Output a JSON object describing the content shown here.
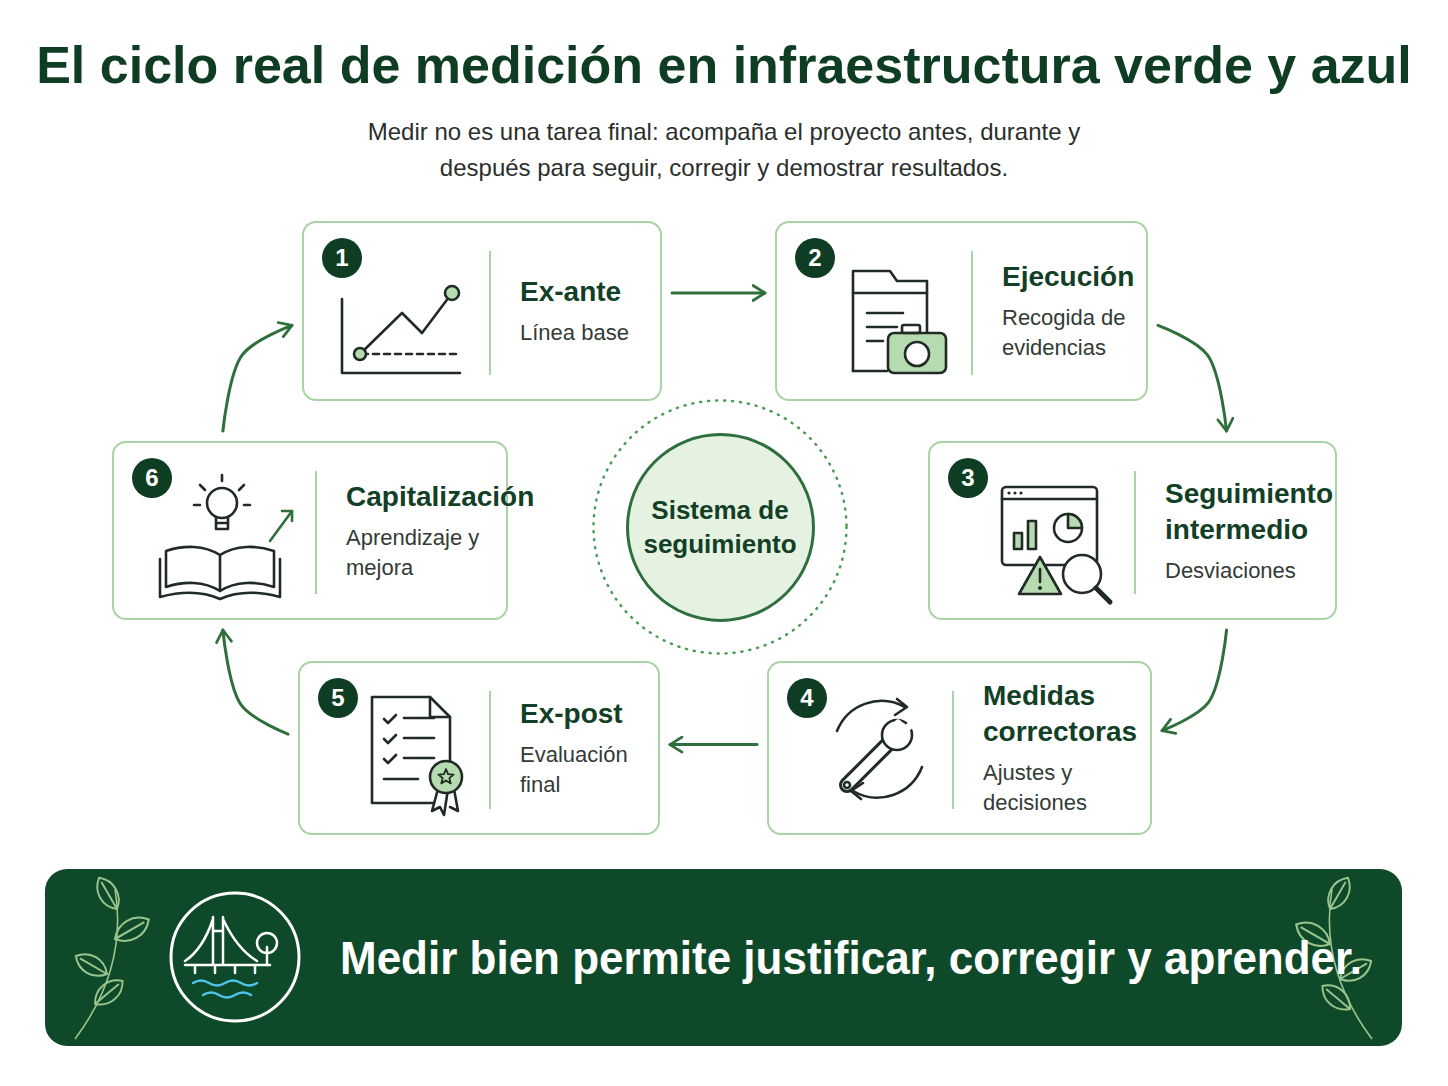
{
  "diagram": {
    "title": "El ciclo real de medición en infraestructura verde y azul",
    "caption": "Medir no es una tarea final: acompaña el proyecto antes, durante y después para seguir, corregir y demostrar resultados.",
    "nodes": [
      {
        "text": [
          "Ex-ante",
          "Línea base"
        ]
      },
      {
        "text": [
          "Ejecución",
          "Recogida de evidencias"
        ]
      },
      {
        "text": [
          "Seguimiento intermedio",
          "Desviaciones"
        ]
      },
      {
        "text": [
          "Medidas correctoras",
          "Ajustes y decisiones"
        ]
      },
      {
        "text": [
          "Ex-post",
          "Evaluación final"
        ]
      },
      {
        "text": [
          "Capitalización",
          "Aprendizaje y mejora"
        ]
      },
      {
        "text": [
          "Sistema de seguimiento"
        ]
      },
      {
        "text": [
          "Medir bien permite justificar, corregir y aprender."
        ]
      }
    ],
    "edges": [
      {
        "from": 0,
        "to": 1,
        "arrow": "to"
      },
      {
        "from": 1,
        "to": 2,
        "arrow": "to"
      },
      {
        "from": 2,
        "to": 3,
        "arrow": "to"
      },
      {
        "from": 3,
        "to": 4,
        "arrow": "to"
      },
      {
        "from": 4,
        "to": 5,
        "arrow": "to"
      },
      {
        "from": 5,
        "to": 0,
        "arrow": "to"
      }
    ],
    "labels": [
      "1",
      "2",
      "3",
      "4",
      "5",
      "6"
    ]
  }
}
